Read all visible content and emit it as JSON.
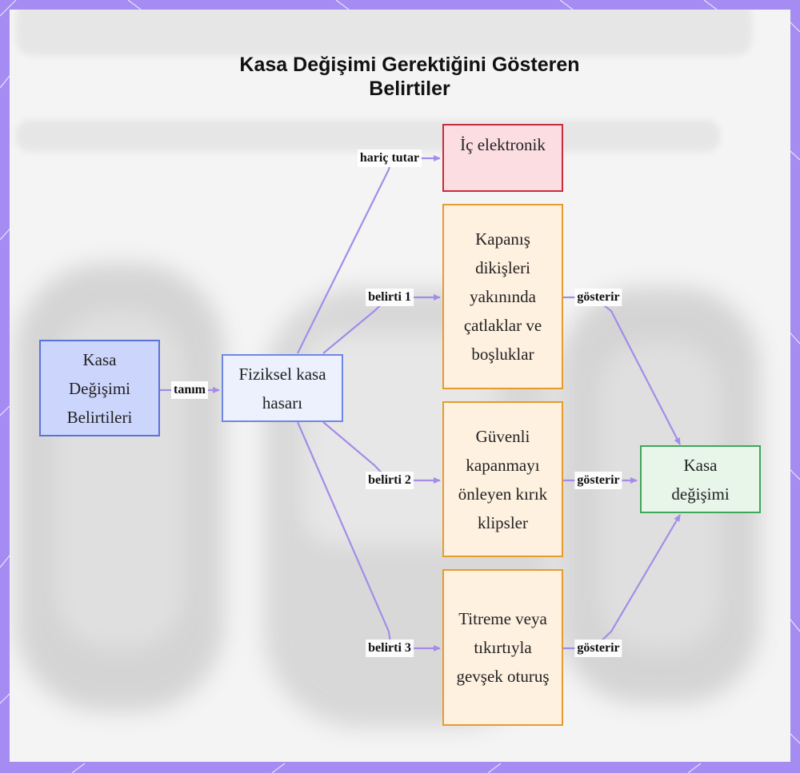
{
  "diagram": {
    "title_lines": [
      "Kasa Değişimi Gerektiğini Gösteren",
      "Belirtiler"
    ],
    "nodes": {
      "symptoms": "Kasa Değişimi Belirtileri",
      "physical_damage": "Fiziksel kasa hasarı",
      "internal_electronics": "İç elektronik",
      "cracks": "Kapanış dikişleri yakınında çatlaklar ve boşluklar",
      "broken_clips": "Güvenli kapanmayı önleyen kırık klipsler",
      "loose_fit": "Titreme veya tıkırtıyla gevşek oturuş",
      "replacement": "Kasa değişimi"
    },
    "edge_labels": {
      "definition": "tanım",
      "excludes": "hariç tutar",
      "symptom_1": "belirti 1",
      "symptom_2": "belirti 2",
      "symptom_3": "belirti 3",
      "shows_1": "gösterir",
      "shows_2": "gösterir",
      "shows_3": "gösterir"
    },
    "colors": {
      "edge": "#a48ce8",
      "frame": "#a58cf2",
      "blue": "#5b72dc",
      "red": "#c82b3c",
      "orange": "#e79b2a",
      "green": "#3ea85a"
    }
  }
}
